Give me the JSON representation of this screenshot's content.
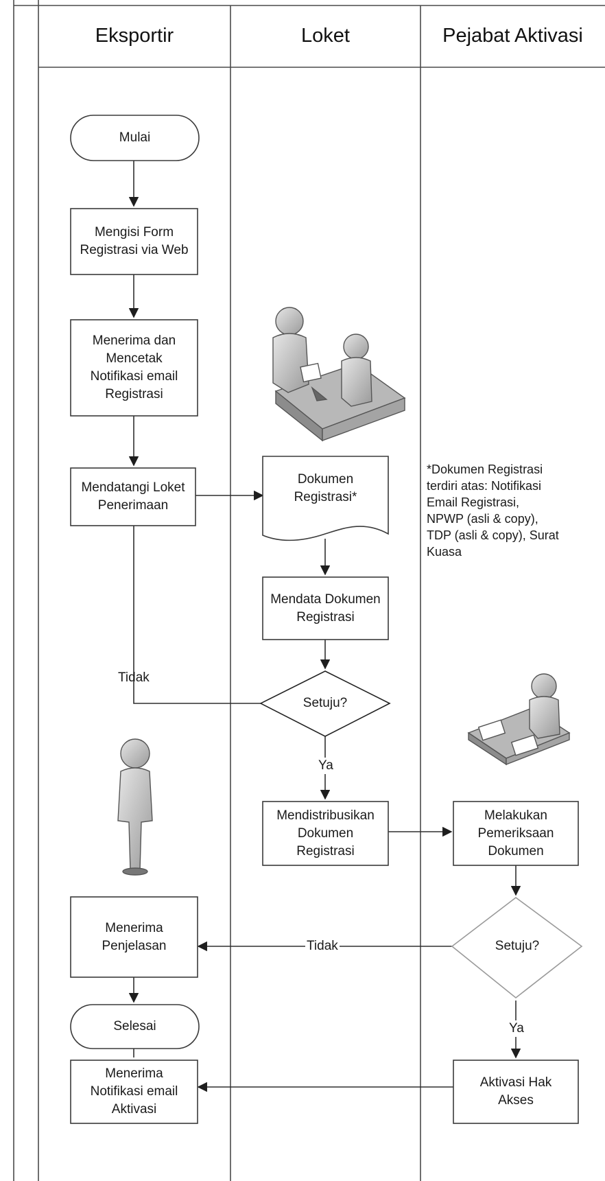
{
  "lanes": [
    "Eksportir",
    "Loket",
    "Pejabat Aktivasi"
  ],
  "nodes": {
    "mulai": "Mulai",
    "isi_form": [
      "Mengisi Form",
      "Registrasi via Web"
    ],
    "terima_cetak": [
      "Menerima dan",
      "Mencetak",
      "Notifikasi email",
      "Registrasi"
    ],
    "datangi_loket": [
      "Mendatangi Loket",
      "Penerimaan"
    ],
    "dokumen": [
      "Dokumen",
      "Registrasi*"
    ],
    "mendata": [
      "Mendata Dokumen",
      "Registrasi"
    ],
    "setuju1": "Setuju?",
    "distribusi": [
      "Mendistribusikan",
      "Dokumen",
      "Registrasi"
    ],
    "periksa": [
      "Melakukan",
      "Pemeriksaan",
      "Dokumen"
    ],
    "setuju2": "Setuju?",
    "terima_penjelasan": [
      "Menerima",
      "Penjelasan"
    ],
    "selesai": "Selesai",
    "terima_aktivasi": [
      "Menerima",
      "Notifikasi email",
      "Aktivasi"
    ],
    "aktivasi": [
      "Aktivasi Hak",
      "Akses"
    ]
  },
  "edge_labels": {
    "tidak1": "Tidak",
    "ya1": "Ya",
    "tidak2": "Tidak",
    "ya2": "Ya"
  },
  "note": [
    "*Dokumen Registrasi",
    "terdiri atas: Notifikasi",
    "Email Registrasi,",
    "NPWP (asli & copy),",
    "TDP (asli & copy), Surat",
    "Kuasa"
  ],
  "colors": {
    "line": "#3a3a3a",
    "diamond1": "#222222",
    "diamond2": "#9a9a9a",
    "person": "#c8c8c8"
  }
}
